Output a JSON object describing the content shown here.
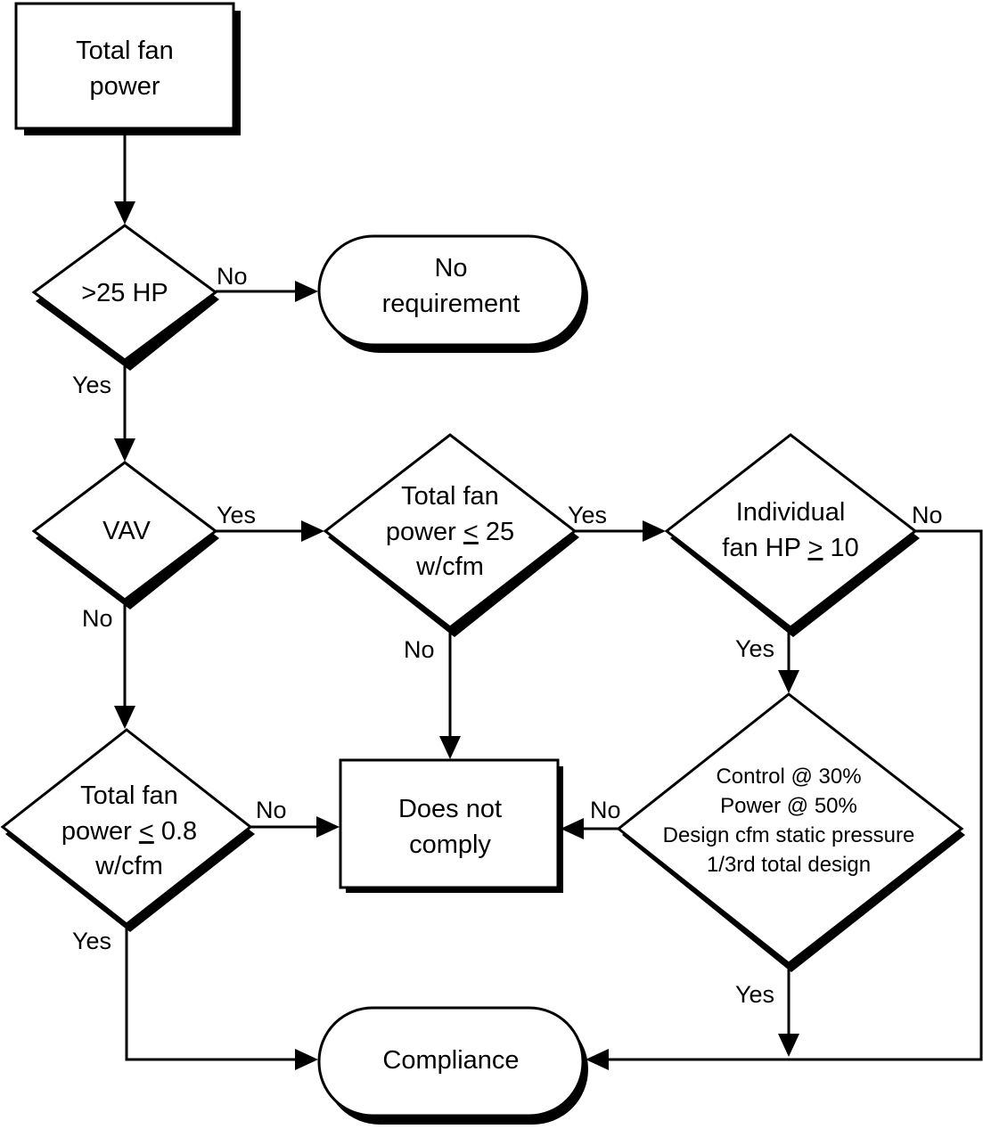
{
  "nodes": {
    "start": {
      "lines": [
        "Total fan",
        "power"
      ]
    },
    "hp_check": {
      "lines": [
        ">25 HP"
      ]
    },
    "no_requirement": {
      "lines": [
        "No",
        "requirement"
      ]
    },
    "vav": {
      "lines": [
        "VAV"
      ]
    },
    "power_vav": {
      "line1": "Total fan",
      "line2_prefix": "power ",
      "line2_symbol": "<",
      "line2_suffix": " 25",
      "line3": "w/cfm"
    },
    "individual_hp": {
      "line1": "Individual",
      "line2_prefix": "fan HP ",
      "line2_symbol": ">",
      "line2_suffix": " 10"
    },
    "power_cv": {
      "line1": "Total fan",
      "line2_prefix": "power ",
      "line2_symbol": "<",
      "line2_suffix": " 0.8",
      "line3": "w/cfm"
    },
    "does_not_comply": {
      "lines": [
        "Does not",
        "comply"
      ]
    },
    "control_check": {
      "lines": [
        "Control @ 30%",
        "Power @ 50%",
        "Design cfm static pressure",
        "1/3rd total design"
      ]
    },
    "compliance": {
      "lines": [
        "Compliance"
      ]
    }
  },
  "edge_labels": {
    "hp_no": "No",
    "hp_yes": "Yes",
    "vav_yes": "Yes",
    "vav_no": "No",
    "power_vav_yes": "Yes",
    "power_vav_no": "No",
    "individual_no": "No",
    "individual_yes": "Yes",
    "power_cv_no": "No",
    "power_cv_yes": "Yes",
    "control_no": "No",
    "control_yes": "Yes"
  }
}
